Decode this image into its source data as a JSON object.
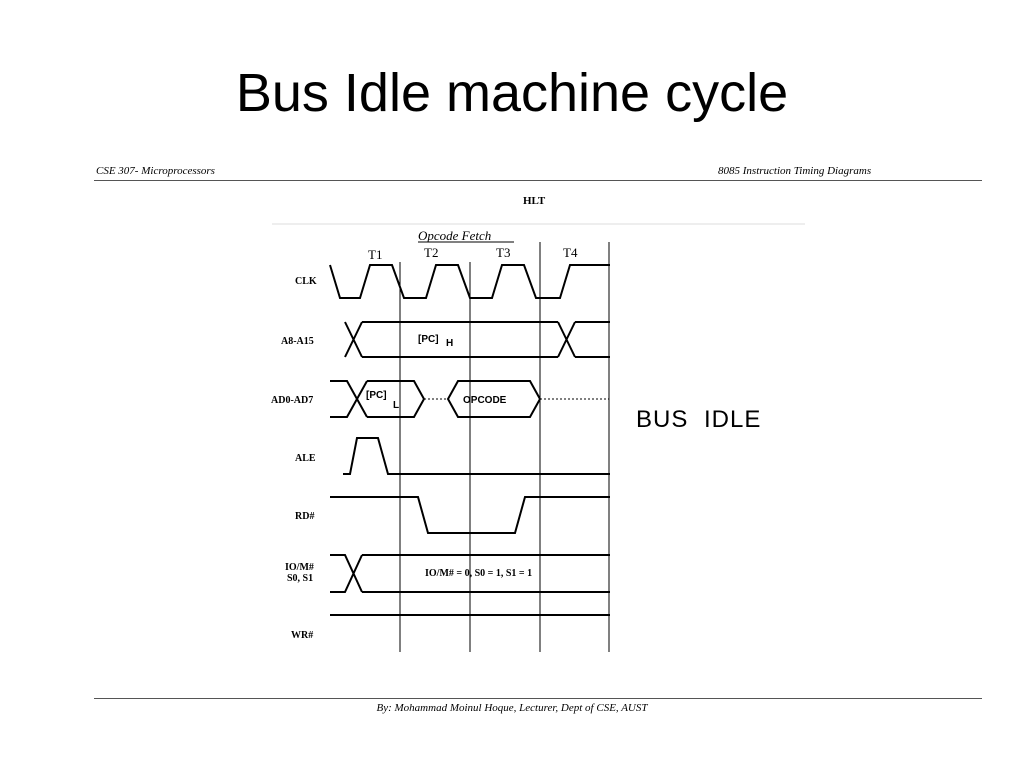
{
  "slide": {
    "title": "Bus Idle machine cycle"
  },
  "header": {
    "left": "CSE 307- Microprocessors",
    "right": "8085 Instruction Timing Diagrams"
  },
  "footer": {
    "text": "By: Mohammad Moinul Hoque, Lecturer, Dept of CSE, AUST"
  },
  "diagram": {
    "title": "HLT",
    "cycle_label": "Opcode Fetch",
    "states": [
      "T1",
      "T2",
      "T3",
      "T4"
    ],
    "signals": {
      "clk": "CLK",
      "addr_high": "A8-A15",
      "addr_data": "AD0-AD7",
      "ale": "ALE",
      "rd": "RD#",
      "iom_line1": "IO/M#",
      "iom_line2": "S0, S1",
      "wr": "WR#"
    },
    "values": {
      "pc_high": "[PC]",
      "pc_high_sub": "H",
      "pc_low": "[PC]",
      "pc_low_sub": "L",
      "opcode": "OPCODE",
      "iom_status": "IO/M# = 0, S0 = 1, S1 = 1"
    },
    "side_label": "BUS IDLE"
  }
}
